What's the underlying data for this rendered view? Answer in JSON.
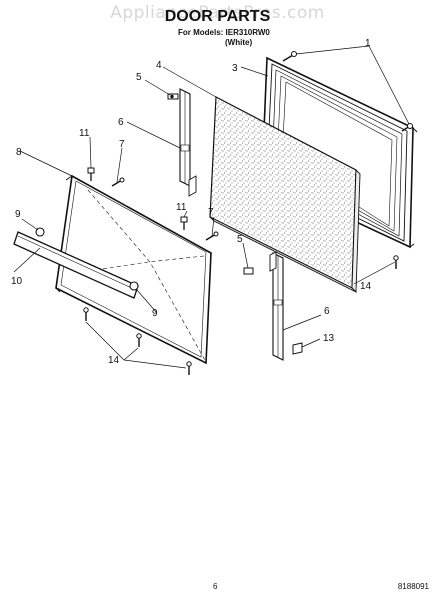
{
  "header": {
    "watermark": "AppliancePartsPros.com",
    "title": "DOOR PARTS",
    "models_line": "For Models: IER310RW0",
    "color_line": "(White)"
  },
  "callouts": {
    "c1": "1",
    "c3": "3",
    "c4": "4",
    "c5a": "5",
    "c5b": "5",
    "c6a": "6",
    "c6b": "6",
    "c7a": "7",
    "c7b": "7",
    "c8": "8",
    "c9a": "9",
    "c9b": "9",
    "c10": "10",
    "c11a": "11",
    "c11b": "11",
    "c13": "13",
    "c14a": "14",
    "c14b": "14"
  },
  "footer": {
    "page_number": "6",
    "doc_code": "8188091"
  }
}
